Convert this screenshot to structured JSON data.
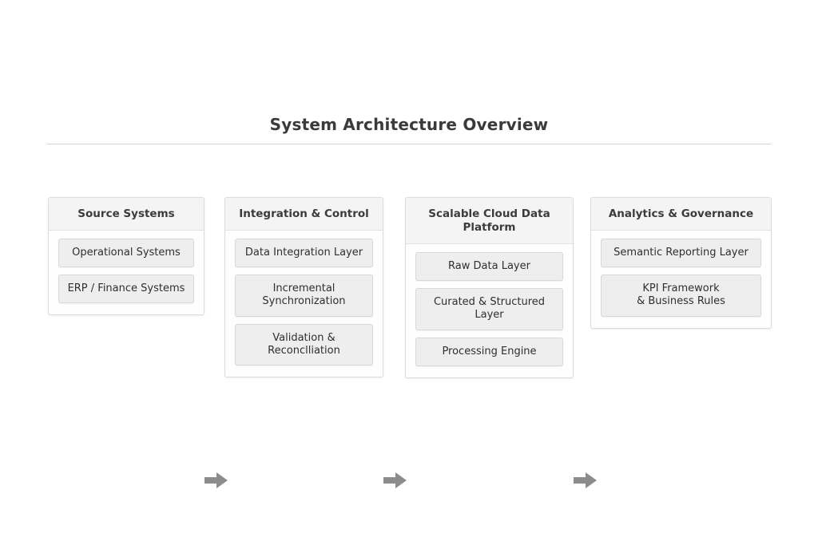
{
  "title": "System Architecture Overview",
  "colors": {
    "background": "#ffffff",
    "title_text": "#3a3a3a",
    "divider": "#d2d2d4",
    "panel_background": "#fefefe",
    "panel_border": "#dcdcdc",
    "panel_header_background": "#f4f4f4",
    "node_background": "#eeeeee",
    "node_border": "#d8d8d8",
    "node_text": "#2f2f2f",
    "arrow": "#8c8c8c"
  },
  "flow": {
    "columns": [
      {
        "header": "Source Systems",
        "nodes": [
          {
            "label": "Operational Systems"
          },
          {
            "label": "ERP / Finance Systems"
          }
        ]
      },
      {
        "header": "Integration & Control",
        "nodes": [
          {
            "label": "Data Integration Layer"
          },
          {
            "label": "Incremental Synchronization"
          },
          {
            "label": "Validation & Reconclliation"
          }
        ]
      },
      {
        "header": "Scalable Cloud Data Platform",
        "nodes": [
          {
            "label": "Raw Data Layer"
          },
          {
            "label": "Curated & Structured Layer"
          },
          {
            "label": "Processing Engine"
          }
        ]
      },
      {
        "header": "Analytics & Governance",
        "nodes": [
          {
            "label": "Semantic Reporting Layer"
          },
          {
            "label_line_1": "KPI Framework",
            "label_line_2": "& Business Rules"
          }
        ]
      }
    ],
    "connectors": [
      {
        "icon": "arrow-right-icon",
        "from": "Source Systems",
        "to": "Integration & Control"
      },
      {
        "icon": "arrow-right-icon",
        "from": "Integration & Control",
        "to": "Scalable Cloud Data Platform"
      },
      {
        "icon": "arrow-right-icon",
        "from": "Scalable Cloud Data Platform",
        "to": "Analytics & Governance"
      }
    ]
  }
}
